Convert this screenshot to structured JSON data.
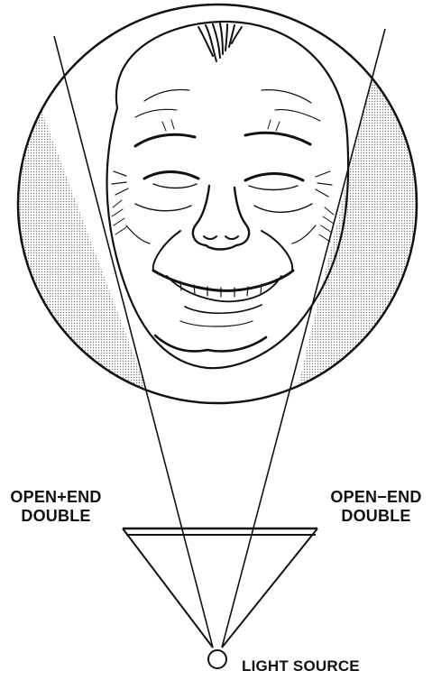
{
  "diagram": {
    "labels": {
      "left_label_line1": "OPEN+END",
      "left_label_line2": "DOUBLE",
      "right_label_line1": "OPEN−END",
      "right_label_line2": "DOUBLE",
      "light_source": "LIGHT SOURCE"
    },
    "colors": {
      "ink": "#111111",
      "shade": "#cfcfcf",
      "background": "#ffffff"
    }
  }
}
